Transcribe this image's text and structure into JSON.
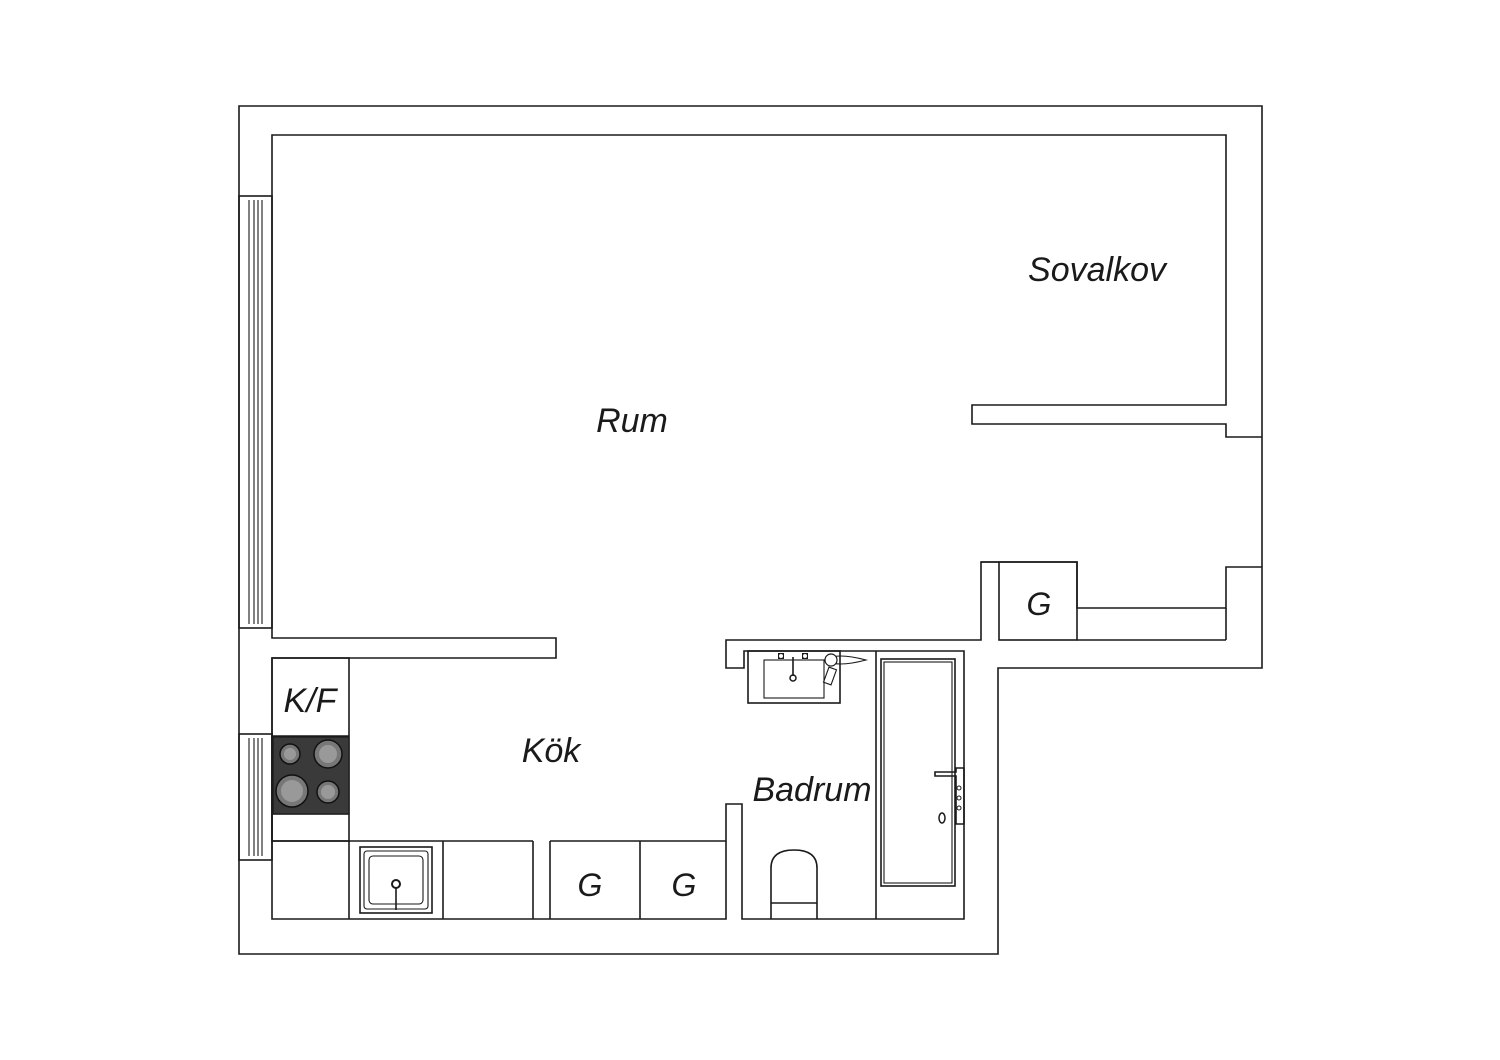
{
  "rooms": {
    "rum": "Rum",
    "sovalkov": "Sovalkov",
    "kok": "Kök",
    "badrum": "Badrum",
    "kf": "K/F",
    "g_hall": "G",
    "g_kitchen_1": "G",
    "g_kitchen_2": "G"
  },
  "colors": {
    "line": "#1a1a1a",
    "background": "#ffffff",
    "cooktop": "#3a3a3a"
  }
}
